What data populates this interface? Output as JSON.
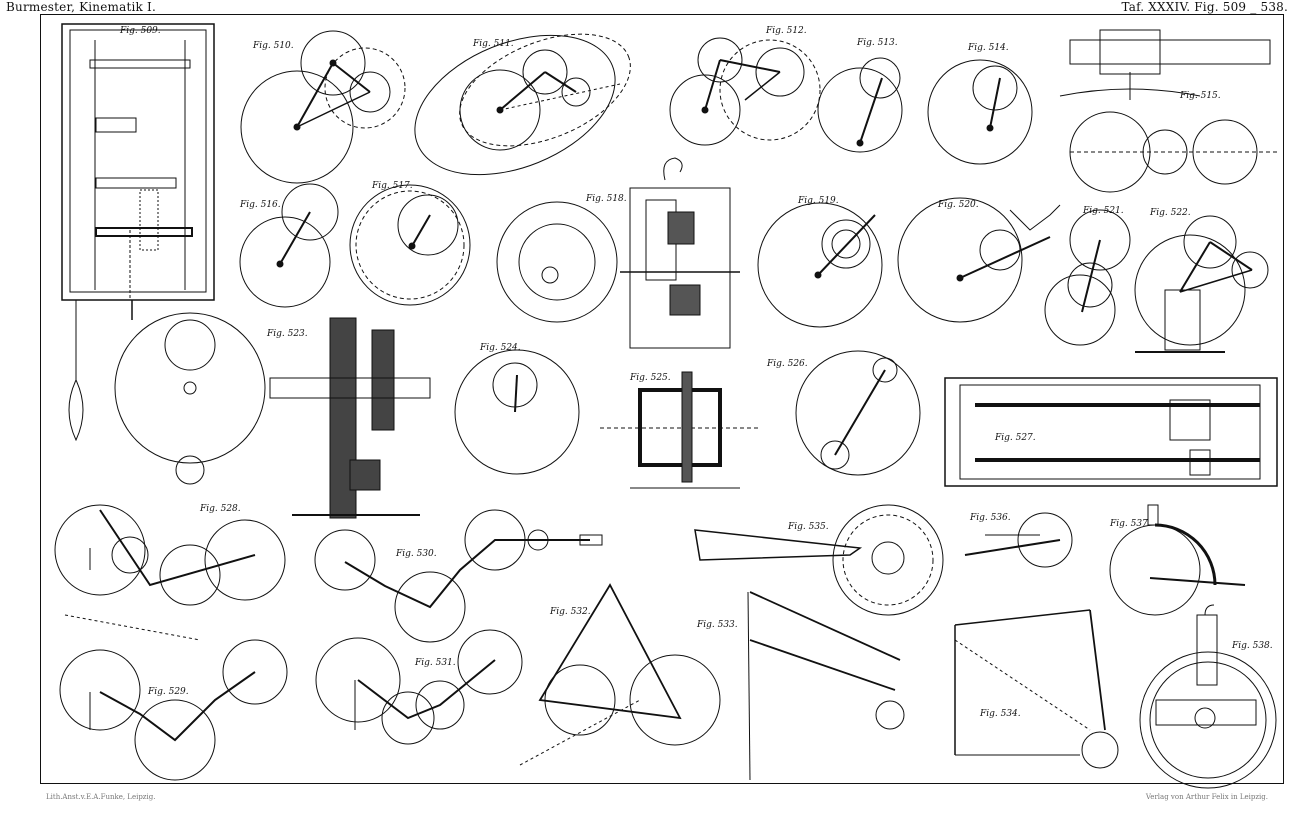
{
  "header": {
    "left": "Burmester, Kinematik I.",
    "right": "Taf. XXXIV. Fig. 509 _ 538."
  },
  "footer": {
    "left": "Lith.Anst.v.E.A.Funke, Leipzig.",
    "right": "Verlag von Arthur Felix in Leipzig."
  },
  "figure_labels": [
    "Fig. 509.",
    "Fig. 510.",
    "Fig. 511.",
    "Fig. 512.",
    "Fig. 513.",
    "Fig. 514.",
    "Fig. 515.",
    "Fig. 516.",
    "Fig. 517.",
    "Fig. 518.",
    "Fig. 519.",
    "Fig. 520.",
    "Fig. 521.",
    "Fig. 522.",
    "Fig. 523.",
    "Fig. 524.",
    "Fig. 525.",
    "Fig. 526.",
    "Fig. 527.",
    "Fig. 528.",
    "Fig. 529.",
    "Fig. 530.",
    "Fig. 531.",
    "Fig. 532.",
    "Fig. 533.",
    "Fig. 534.",
    "Fig. 535.",
    "Fig. 536.",
    "Fig. 537.",
    "Fig. 538."
  ]
}
